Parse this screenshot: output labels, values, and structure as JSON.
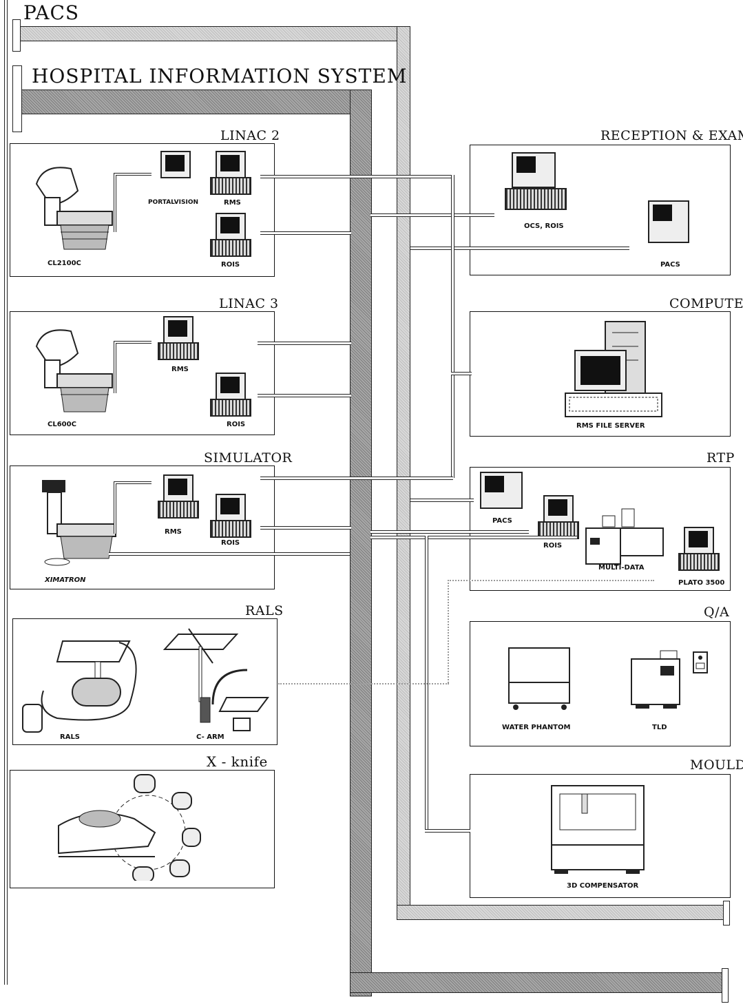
{
  "buses": {
    "pacs_label": "PACS",
    "his_label": "HOSPITAL INFORMATION SYSTEM"
  },
  "rooms": {
    "linac2": {
      "title": "LINAC 2",
      "machine": "CL2100C",
      "portal": "PORTALVISION",
      "rms": "RMS",
      "rois": "ROIS"
    },
    "linac3": {
      "title": "LINAC 3",
      "machine": "CL600C",
      "rms": "RMS",
      "rois": "ROIS"
    },
    "simulator": {
      "title": "SIMULATOR",
      "machine": "XIMATRON",
      "rms": "RMS",
      "rois": "ROIS"
    },
    "rals": {
      "title": "RALS",
      "rals": "RALS",
      "carm": "C- ARM"
    },
    "xknife": {
      "title": "X - knife"
    },
    "reception": {
      "title": "RECEPTION & EXAM.",
      "ocs": "OCS, ROIS",
      "pacs": "PACS"
    },
    "computer": {
      "title": "COMPUTER",
      "server": "RMS FILE SERVER"
    },
    "rtp": {
      "title": "RTP",
      "pacs": "PACS",
      "rois": "ROIS",
      "multidata": "MULTI-DATA",
      "plato": "PLATO 3500"
    },
    "qa": {
      "title": "Q/A",
      "water": "WATER PHANTOM",
      "tld": "TLD"
    },
    "mould": {
      "title": "MOULD",
      "comp": "3D COMPENSATOR"
    }
  }
}
